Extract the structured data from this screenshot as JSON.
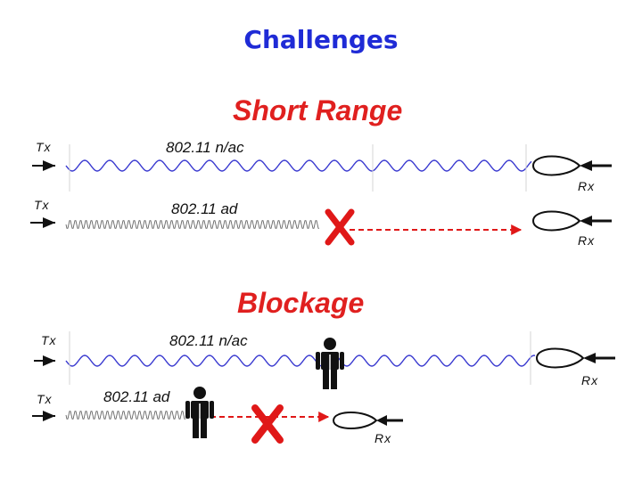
{
  "title": "Challenges",
  "sections": [
    {
      "heading": "Short Range",
      "links": [
        {
          "tx": "Tx",
          "standard": "802.11 n/ac",
          "rx": "Rx"
        },
        {
          "tx": "Tx",
          "standard": "802.11 ad",
          "rx": "Rx"
        }
      ]
    },
    {
      "heading": "Blockage",
      "links": [
        {
          "tx": "Tx",
          "standard": "802.11 n/ac",
          "rx": "Rx"
        },
        {
          "tx": "Tx",
          "standard": "802.11 ad",
          "rx": "Rx"
        }
      ]
    }
  ],
  "colors": {
    "title": "#1f2bd6",
    "heading": "#e0201f",
    "wave_low": "#3a3ad0",
    "wave_high": "#666666",
    "blocked": "#e01818",
    "icon": "#111111"
  },
  "icons": [
    "antenna-tx-icon",
    "antenna-rx-icon",
    "blocked-x-icon",
    "person-icon"
  ]
}
